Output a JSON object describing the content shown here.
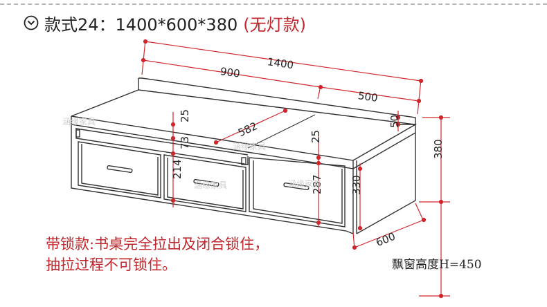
{
  "header": {
    "title": "款式24：1400*600*380",
    "variant": "(无灯款)",
    "icon": "chevron-circle-icon"
  },
  "dimensions": {
    "total_width": "1400",
    "left_width": "900",
    "right_width": "500",
    "desk_depth": "582",
    "back_panel": "50",
    "top_gap_left": "25",
    "top_gap_right": "25",
    "mid_height": "73",
    "drawer_height": "214",
    "right_drawer_height": "287",
    "cabinet_body": "330",
    "total_height": "380",
    "depth": "600"
  },
  "watermarks": [
    "涵缘家具",
    "涵缘家具",
    "涵缘家具",
    "涵缘家具"
  ],
  "notes": {
    "line1": "带锁款:书桌完全拉出及闭合锁住，",
    "line2": "抽拉过程不可锁住。"
  },
  "window_height": "飘窗高度H=450",
  "colors": {
    "dimension": "#d0262b",
    "outline": "#333333",
    "note": "#c0262b"
  }
}
